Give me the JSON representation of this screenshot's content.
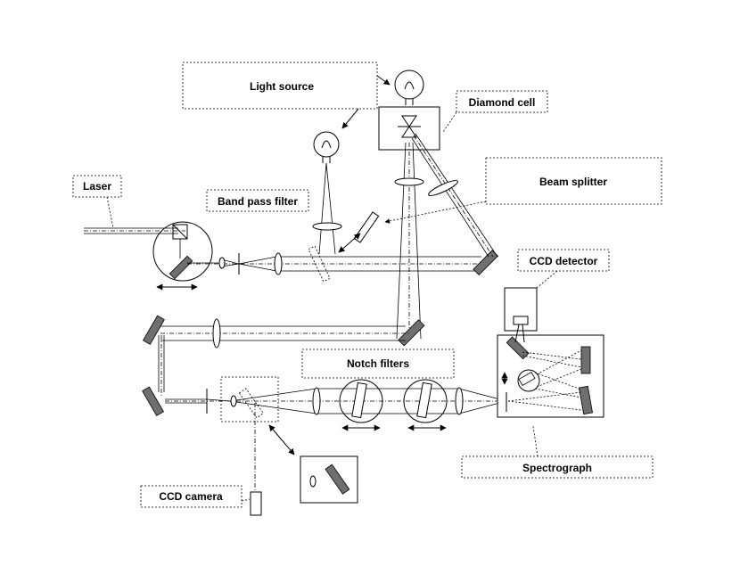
{
  "labels": {
    "light_source": "Light source",
    "diamond_cell": "Diamond cell",
    "beam_splitter": "Beam splitter",
    "laser": "Laser",
    "band_pass_filter": "Band pass filter",
    "ccd_detector": "CCD detector",
    "notch_filters": "Notch filters",
    "spectrograph": "Spectrograph",
    "ccd_camera": "CCD camera"
  },
  "icons": {
    "bulb": "light-bulb-icon",
    "mirror": "mirror-icon",
    "lens": "lens-icon",
    "arrow": "double-arrow-icon"
  },
  "colors": {
    "line": "#000000",
    "mirror_fill": "#6f6f6f",
    "background": "#ffffff"
  }
}
